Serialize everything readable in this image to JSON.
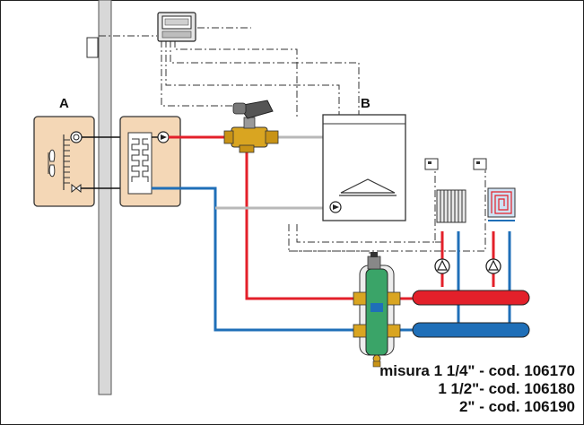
{
  "labels": {
    "a": "A",
    "b": "B"
  },
  "codes": [
    "misura 1 1/4\" - cod. 106170",
    "1 1/2\"- cod. 106180",
    "2\" - cod. 106190"
  ],
  "colors": {
    "hot": "#e3202a",
    "cold": "#1f6fb8",
    "grey_pipe": "#b8b8b8",
    "unit_fill": "#f4d7b6",
    "separator": "#3aa468",
    "brass": "#d9a521"
  }
}
